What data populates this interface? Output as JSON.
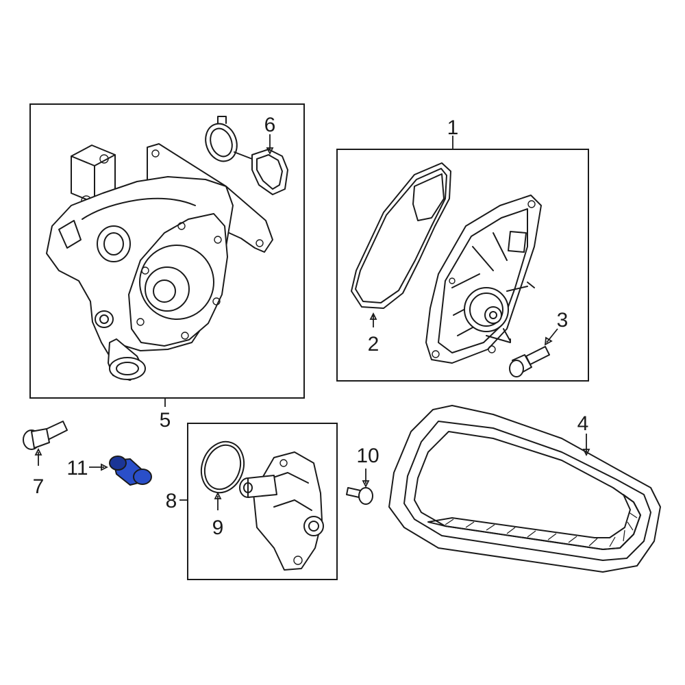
{
  "callouts": [
    {
      "id": "c1",
      "label": "1"
    },
    {
      "id": "c2",
      "label": "2"
    },
    {
      "id": "c3",
      "label": "3"
    },
    {
      "id": "c4",
      "label": "4"
    },
    {
      "id": "c5",
      "label": "5"
    },
    {
      "id": "c6",
      "label": "6"
    },
    {
      "id": "c7",
      "label": "7"
    },
    {
      "id": "c8",
      "label": "8"
    },
    {
      "id": "c9",
      "label": "9"
    },
    {
      "id": "c10",
      "label": "10"
    },
    {
      "id": "c11",
      "label": "11"
    }
  ],
  "colors": {
    "line": "#1a1a1a",
    "highlight": "#2a4fc9",
    "highlight_dark": "#1b3596"
  }
}
